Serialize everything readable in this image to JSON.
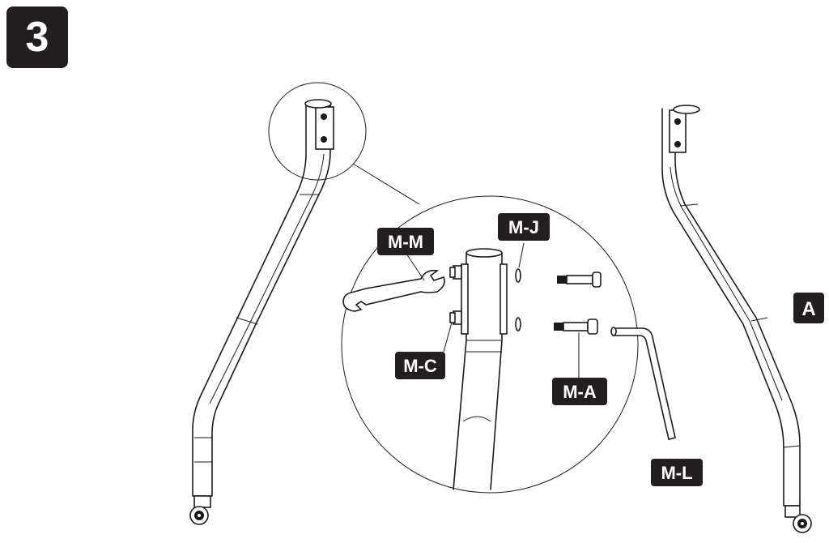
{
  "step": {
    "number": "3"
  },
  "labels": {
    "part_a": "A",
    "wrench": "M-M",
    "washer": "M-J",
    "nut": "M-C",
    "bolt": "M-A",
    "allen_key": "M-L"
  },
  "colors": {
    "label_background": "#231f20",
    "label_text": "#ffffff",
    "line_art": "#1a1a1a",
    "background": "#ffffff"
  }
}
